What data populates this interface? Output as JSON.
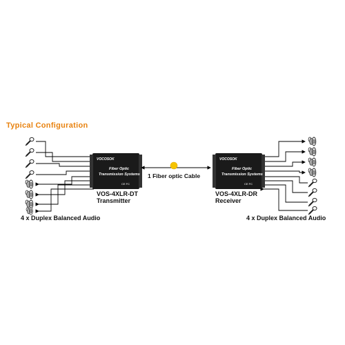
{
  "heading": "Typical Configuration",
  "left_audio_label": "4 x Duplex Balanced Audio",
  "right_audio_label": "4 x Duplex Balanced Audio",
  "cable_label": "1 Fiber optic Cable",
  "transmitter": {
    "brand": "VOCOSOK",
    "line1": "Fiber Optic",
    "line2": "Transmission Systems",
    "marks": "CE FC",
    "model": "VOS-4XLR-DT",
    "role": "Transmitter"
  },
  "receiver": {
    "brand": "VOCOSOK",
    "line1": "Fiber Optic",
    "line2": "Transmission Systems",
    "marks": "CE FC",
    "model": "VOS-4XLR-DR",
    "role": "Receiver"
  },
  "colors": {
    "heading": "#e8820f",
    "device": "#1a1a1a",
    "fiber_dot": "#f5c400"
  },
  "icons": {
    "microphone": "microphone-icon",
    "speaker": "speaker-icon"
  }
}
